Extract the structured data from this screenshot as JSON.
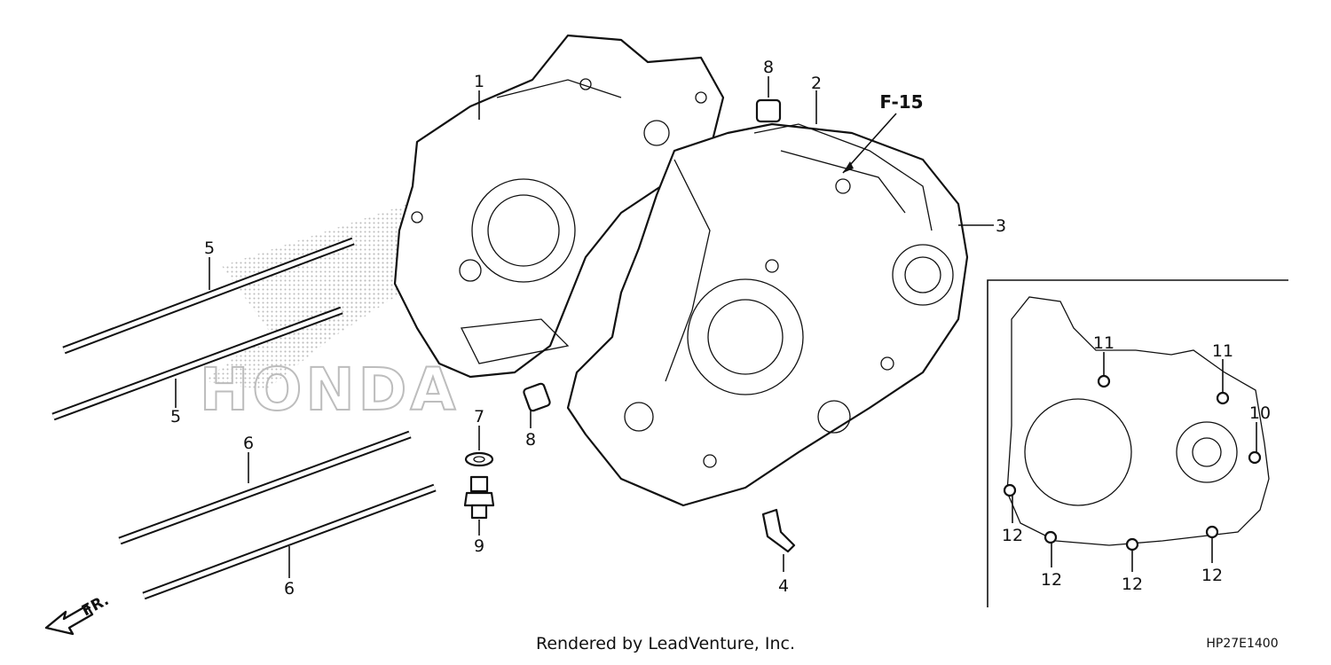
{
  "diagram": {
    "callouts": {
      "c1": "1",
      "c2": "2",
      "c3": "3",
      "c4": "4",
      "c5a": "5",
      "c5b": "5",
      "c6a": "6",
      "c6b": "6",
      "c7": "7",
      "c8a": "8",
      "c8b": "8",
      "c9": "9",
      "c10": "10",
      "c11a": "11",
      "c11b": "11",
      "c12a": "12",
      "c12b": "12",
      "c12c": "12",
      "c12d": "12"
    },
    "reference": "F-15",
    "direction": "FR.",
    "watermark": "HONDA",
    "credit": "Rendered by LeadVenture, Inc.",
    "code": "HP27E1400"
  }
}
